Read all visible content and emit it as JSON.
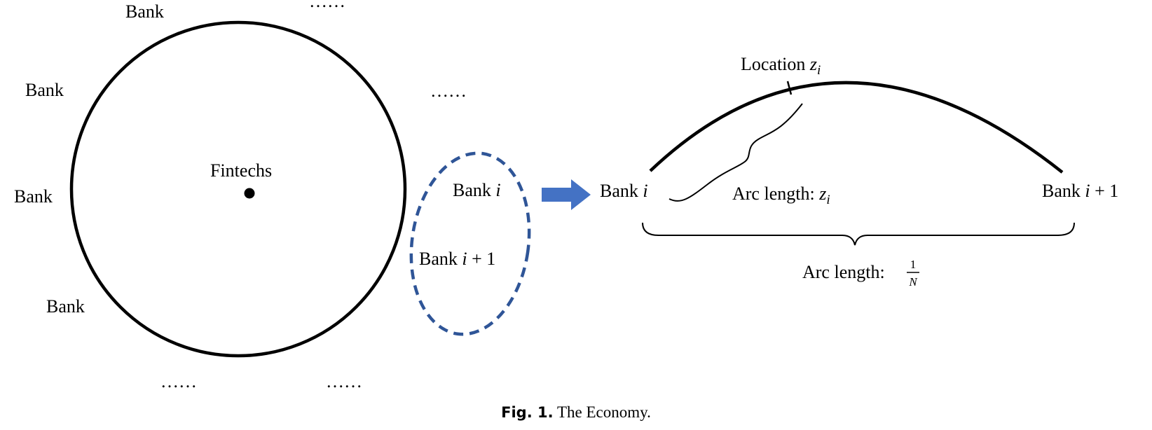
{
  "figure": {
    "caption_label": "Fig. 1.",
    "caption_text": "The Economy."
  },
  "circle": {
    "center_label": "Fintechs",
    "bank_label": "Bank",
    "ellipsis": "……"
  },
  "zoom": {
    "bank_word": "Bank",
    "i": "i",
    "plus_one": "+ 1"
  },
  "arc": {
    "location_label": "Location",
    "z": "z",
    "sub_i": "i",
    "arc_length_label": "Arc length:",
    "fraction_num": "1",
    "fraction_den": "N"
  },
  "colors": {
    "line": "#000000",
    "ellipse": "#2f5597",
    "arrow": "#4472c4"
  }
}
